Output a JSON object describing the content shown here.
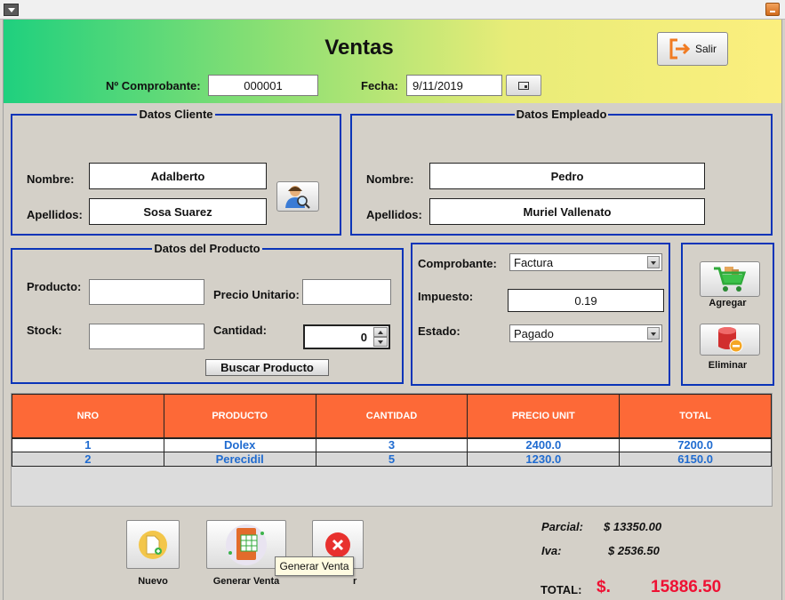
{
  "header": {
    "title": "Ventas",
    "comprobante_label": "Nº Comprobante:",
    "comprobante_value": "000001",
    "fecha_label": "Fecha:",
    "fecha_value": "9/11/2019",
    "salir_label": "Salir"
  },
  "cliente": {
    "title": "Datos Cliente",
    "nombre_label": "Nombre:",
    "nombre_value": "Adalberto",
    "apellidos_label": "Apellidos:",
    "apellidos_value": "Sosa Suarez"
  },
  "empleado": {
    "title": "Datos Empleado",
    "nombre_label": "Nombre:",
    "nombre_value": "Pedro",
    "apellidos_label": "Apellidos:",
    "apellidos_value": "Muriel Vallenato"
  },
  "producto": {
    "title": "Datos del Producto",
    "producto_label": "Producto:",
    "producto_value": "",
    "precio_label": "Precio Unitario:",
    "precio_value": "",
    "stock_label": "Stock:",
    "stock_value": "",
    "cantidad_label": "Cantidad:",
    "cantidad_value": "0",
    "buscar_label": "Buscar Producto"
  },
  "comprobante": {
    "tipo_label": "Comprobante:",
    "tipo_value": "Factura",
    "impuesto_label": "Impuesto:",
    "impuesto_value": "0.19",
    "estado_label": "Estado:",
    "estado_value": "Pagado"
  },
  "actions": {
    "agregar_label": "Agregar",
    "eliminar_label": "Eliminar"
  },
  "table": {
    "headers": [
      "NRO",
      "PRODUCTO",
      "CANTIDAD",
      "PRECIO UNIT",
      "TOTAL"
    ],
    "rows": [
      [
        "1",
        "Dolex",
        "3",
        "2400.0",
        "7200.0"
      ],
      [
        "2",
        "Perecidil",
        "5",
        "1230.0",
        "6150.0"
      ]
    ]
  },
  "bottom": {
    "nuevo_label": "Nuevo",
    "generar_label": "Generar Venta",
    "cancelar_label_visible": "r",
    "tooltip": "Generar Venta"
  },
  "summary": {
    "parcial_label": "Parcial:",
    "parcial_value": "$ 13350.00",
    "iva_label": "Iva:",
    "iva_value": "$ 2536.50",
    "total_label": "TOTAL:",
    "currency": "$.",
    "total_value": "15886.50"
  },
  "colors": {
    "panel_border": "#0a34b8",
    "table_header": "#fd6937",
    "table_text": "#1f6bd0",
    "total_red": "#ee1133"
  }
}
